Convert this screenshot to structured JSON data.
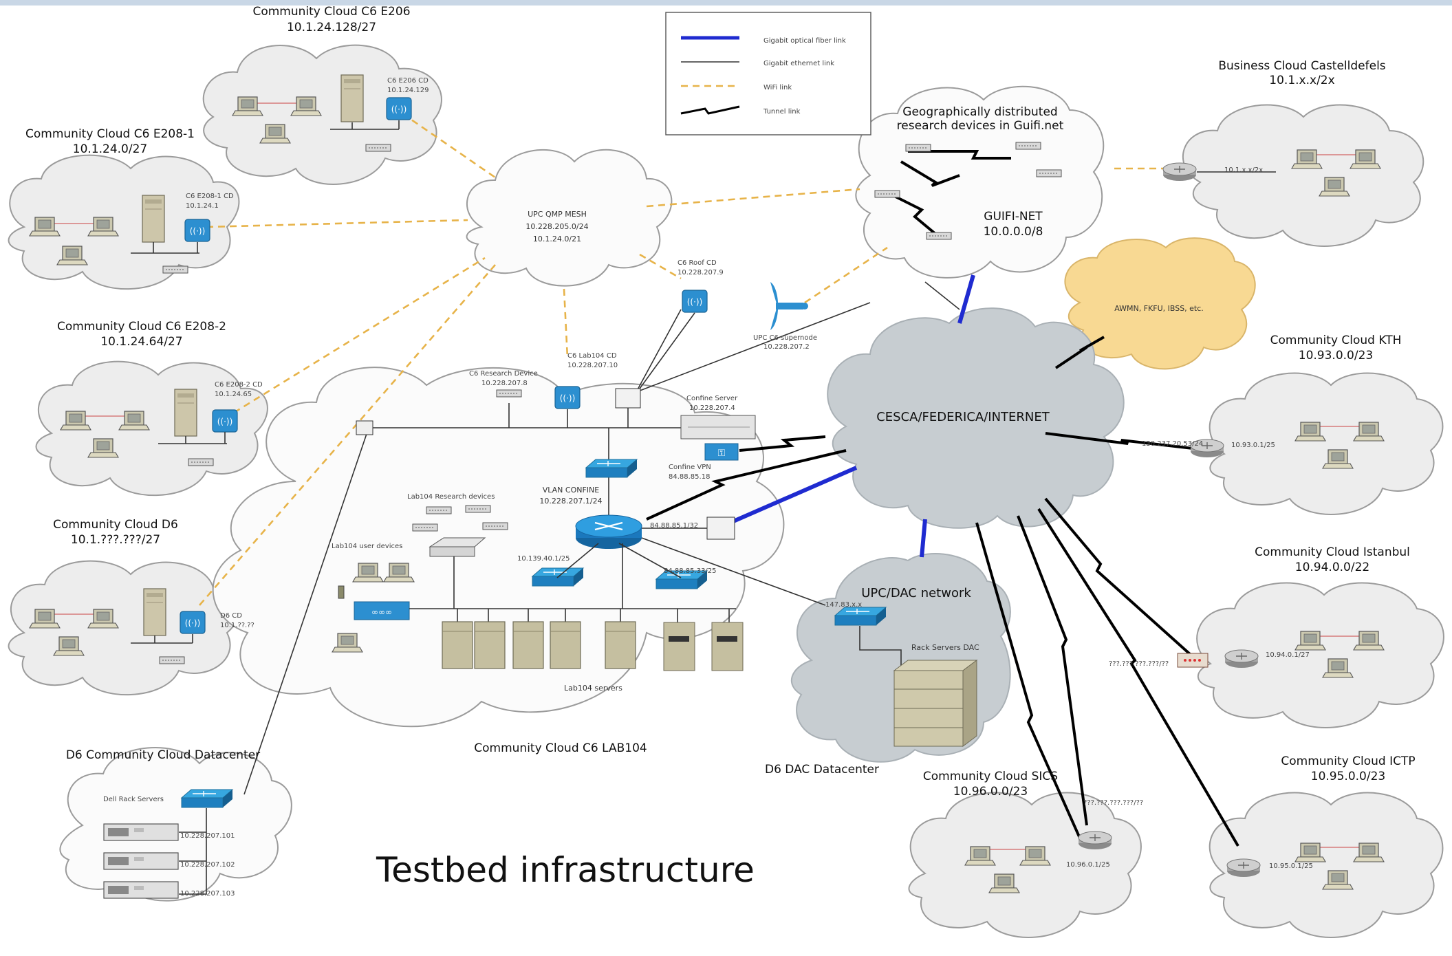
{
  "title": "Testbed infrastructure",
  "legend": {
    "fiber": "Gigabit optical fiber link",
    "ethernet": "Gigabit ethernet link",
    "wifi": "WiFi link",
    "tunnel": "Tunnel link"
  },
  "clouds": {
    "e206": {
      "name": "Community Cloud C6 E206",
      "subnet": "10.1.24.128/27",
      "cd_name": "C6 E206 CD",
      "cd_ip": "10.1.24.129"
    },
    "e208_1": {
      "name": "Community Cloud C6 E208-1",
      "subnet": "10.1.24.0/27",
      "cd_name": "C6 E208-1 CD",
      "cd_ip": "10.1.24.1"
    },
    "e208_2": {
      "name": "Community Cloud C6 E208-2",
      "subnet": "10.1.24.64/27",
      "cd_name": "C6 E208-2 CD",
      "cd_ip": "10.1.24.65"
    },
    "d6": {
      "name": "Community Cloud D6",
      "subnet": "10.1.???.???/27",
      "cd_name": "D6 CD",
      "cd_ip": "10.1.??.??"
    },
    "d6dc": {
      "name": "D6 Community Cloud Datacenter",
      "rack_label": "Dell Rack Servers",
      "ips": [
        "10.228.207.101",
        "10.228.207.102",
        "10.228.207.103"
      ]
    },
    "qmp": {
      "name": "UPC QMP MESH",
      "line1": "10.228.205.0/24",
      "line2": "10.1.24.0/21"
    },
    "guifi": {
      "desc1": "Geographically distributed",
      "desc2": "research devices in Guifi.net",
      "name": "GUIFI-NET",
      "subnet": "10.0.0.0/8"
    },
    "business": {
      "name": "Business Cloud Castelldefels",
      "subnet": "10.1.x.x/2x",
      "router_ip": "10.1.x.x/2x"
    },
    "awmn": {
      "name": "AWMN, FKFU, IBSS, etc."
    },
    "cesca": {
      "name": "CESCA/FEDERICA/INTERNET"
    },
    "kth": {
      "name": "Community Cloud KTH",
      "subnet": "10.93.0.0/23",
      "wan_ip": "130.237.20.53/24",
      "lan_ip": "10.93.0.1/25"
    },
    "istanbul": {
      "name": "Community Cloud Istanbul",
      "subnet": "10.94.0.0/22",
      "wan_ip": "???.???.???.???/??",
      "lan_ip": "10.94.0.1/27"
    },
    "upcdac": {
      "name": "UPC/DAC network",
      "ip": "147.83.x.x",
      "rack": "Rack Servers DAC",
      "dc": "D6 DAC Datacenter"
    },
    "sics": {
      "name": "Community Cloud SICS",
      "subnet": "10.96.0.0/23",
      "wan_ip": "???.???.???.???/??",
      "lan_ip": "10.96.0.1/25"
    },
    "ictp": {
      "name": "Community Cloud ICTP",
      "subnet": "10.95.0.0/23",
      "lan_ip": "10.95.0.1/25"
    },
    "lab104": {
      "name": "Community Cloud C6 LAB104",
      "roof_cd": "C6 Roof CD",
      "roof_ip": "10.228.207.9",
      "supernode": "UPC C6 supernode",
      "supernode_ip": "10.228.207.2",
      "research_device": "C6 Research Device",
      "research_ip": "10.228.207.8",
      "lab_cd": "C6 Lab104 CD",
      "lab_cd_ip": "10.228.207.10",
      "confine_server": "Confine Server",
      "confine_ip": "10.228.207.4",
      "confine_vpn": "Confine VPN",
      "vpn_ip": "84.88.85.18",
      "vlan": "VLAN CONFINE",
      "vlan_ip": "10.228.207.1/24",
      "router_ext_ip": "84.88.85.1/32",
      "research_devices": "Lab104 Research devices",
      "user_devices": "Lab104 user devices",
      "ip_139": "10.139.40.1/25",
      "ip_8488": "84.88.85.33/25",
      "servers": "Lab104 servers"
    }
  }
}
